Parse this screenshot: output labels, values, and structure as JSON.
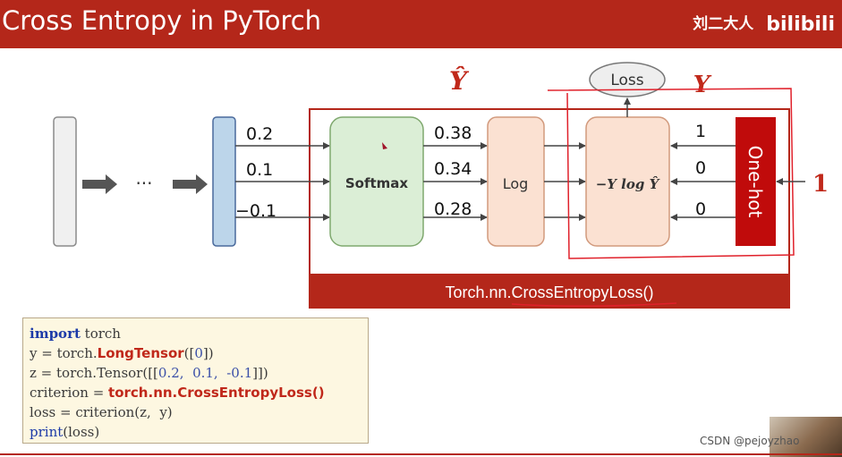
{
  "header": {
    "title": "Cross Entropy in PyTorch",
    "brand_cn": "刘二大人",
    "brand_logo": "bilibili"
  },
  "diagram": {
    "y_hat_label": "Ŷ",
    "y_label": "Y",
    "loss_label": "Loss",
    "ellipsis": "···",
    "inputs": [
      "0.2",
      "0.1",
      "−0.1"
    ],
    "softmax_label": "Softmax",
    "softmax_outputs": [
      "0.38",
      "0.34",
      "0.28"
    ],
    "log_label": "Log",
    "formula_label": "−Y log Ŷ",
    "targets": [
      "1",
      "0",
      "0"
    ],
    "onehot_label": "One-hot",
    "label_value": "1",
    "module_label": "Torch.nn.CrossEntropyLoss()",
    "colors": {
      "accent_red": "#b4271a",
      "annotation_red": "#e0202a",
      "softmax_fill": "#dbeed6",
      "log_fill": "#fbe1d2",
      "input_fill": "#bcd5ea"
    }
  },
  "code": {
    "line1_kw": "import",
    "line1_rest": " torch",
    "line2_a": "y = torch.",
    "line2_b": "LongTensor",
    "line2_c": "([",
    "line2_d": "0",
    "line2_e": "])",
    "line3_a": "z = torch.Tensor([[",
    "line3_b": "0.2,  0.1,  -0.1",
    "line3_c": "]])",
    "line4_a": "criterion = ",
    "line4_b": "torch.nn.CrossEntropyLoss()",
    "line5": "loss = criterion(z,  y)",
    "line6_kw": "print",
    "line6_rest": "(loss)"
  },
  "footer": {
    "watermark": "CSDN @pejoyzhao"
  }
}
